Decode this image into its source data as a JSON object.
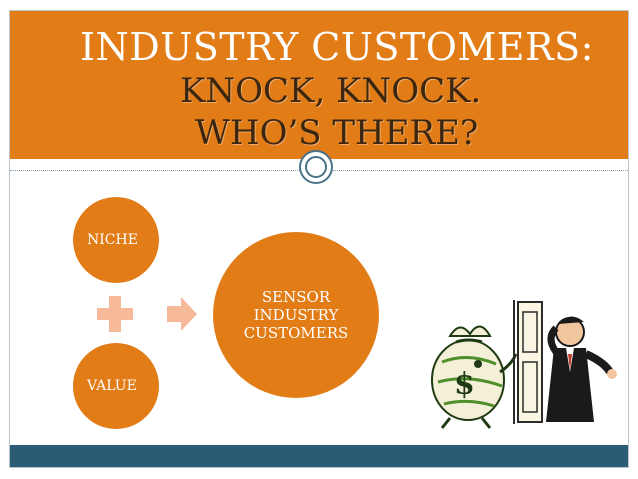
{
  "title": {
    "line1": "INDUSTRY CUSTOMERS:",
    "line2": "KNOCK, KNOCK.",
    "line3": "WHO’S THERE?"
  },
  "diagram": {
    "niche_label": "NICHE",
    "value_label": "VALUE",
    "result_label": "SENSOR INDUSTRY CUSTOMERS",
    "plus_icon": "plus-icon",
    "arrow_icon": "arrow-right-icon"
  },
  "colors": {
    "accent": "#e27c16",
    "footer": "#2b5c73",
    "operator": "#f6b99a"
  }
}
